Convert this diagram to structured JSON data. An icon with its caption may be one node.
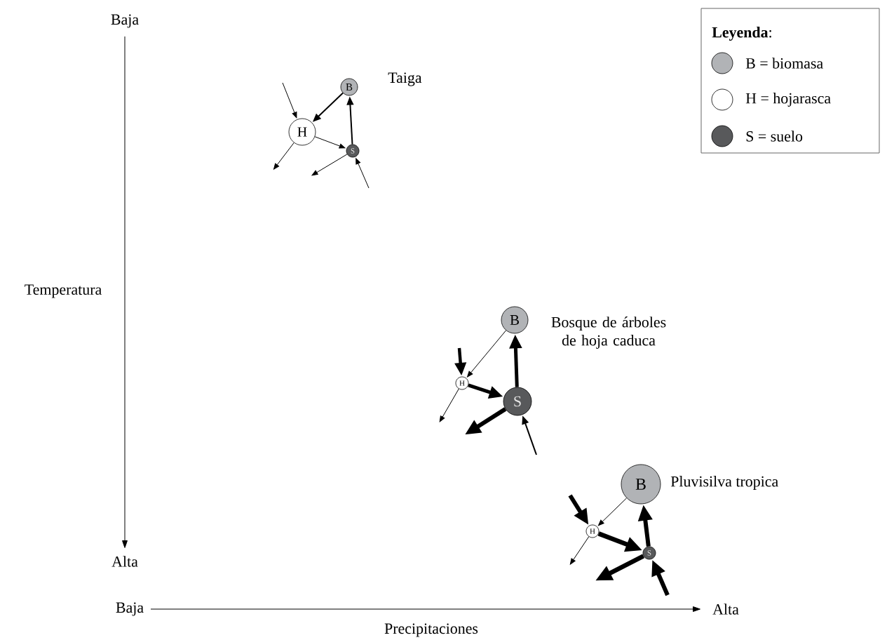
{
  "diagram": {
    "nodes": [
      {
        "text": [
          "B"
        ],
        "beside": [
          "Taiga"
        ]
      },
      {
        "text": [
          "H"
        ]
      },
      {
        "text": [
          "S"
        ]
      },
      {
        "text": [
          "B"
        ],
        "beside": [
          "Bosque de árboles de hoja caduca"
        ]
      },
      {
        "text": [
          "H"
        ]
      },
      {
        "text": [
          "S"
        ]
      },
      {
        "text": [
          "B"
        ],
        "beside": [
          "Pluvisilva tropica"
        ]
      },
      {
        "text": [
          "H"
        ]
      },
      {
        "text": [
          "S"
        ]
      }
    ],
    "edges": [
      {
        "from": null,
        "to": 1,
        "arrow": "to"
      },
      {
        "from": 0,
        "to": 1,
        "arrow": "to"
      },
      {
        "from": 1,
        "to": 2,
        "arrow": "to"
      },
      {
        "from": 2,
        "to": 0,
        "arrow": "to"
      },
      {
        "from": 1,
        "to": null,
        "arrow": "to"
      },
      {
        "from": 2,
        "to": null,
        "arrow": "to"
      },
      {
        "from": null,
        "to": 2,
        "arrow": "to"
      },
      {
        "from": null,
        "to": 4,
        "arrow": "to",
        "style": "thick"
      },
      {
        "from": 3,
        "to": 4,
        "arrow": "to"
      },
      {
        "from": 4,
        "to": 5,
        "arrow": "to",
        "style": "thick"
      },
      {
        "from": 5,
        "to": 3,
        "arrow": "to",
        "style": "thick"
      },
      {
        "from": 4,
        "to": null,
        "arrow": "to"
      },
      {
        "from": 5,
        "to": null,
        "arrow": "to",
        "style": "thick"
      },
      {
        "from": null,
        "to": 5,
        "arrow": "to"
      },
      {
        "from": null,
        "to": 7,
        "arrow": "to",
        "style": "thick"
      },
      {
        "from": 6,
        "to": 7,
        "arrow": "to"
      },
      {
        "from": 7,
        "to": 8,
        "arrow": "to",
        "style": "thick"
      },
      {
        "from": 8,
        "to": 6,
        "arrow": "to",
        "style": "thick"
      },
      {
        "from": 7,
        "to": null,
        "arrow": "to"
      },
      {
        "from": 8,
        "to": null,
        "arrow": "to",
        "style": "thick"
      },
      {
        "from": null,
        "to": 8,
        "arrow": "to",
        "style": "thick"
      }
    ],
    "labels": [
      "Baja",
      "**Leyenda**:",
      "Temperatura",
      "Alta",
      "Baja",
      "Alta",
      "Precipitaciones"
    ],
    "legend": [
      {
        "text": "B = biomasa",
        "color": "#b1b3b6"
      },
      {
        "text": "H = hojarasca"
      },
      {
        "text": "S = suelo",
        "color": "#58595b"
      }
    ]
  }
}
